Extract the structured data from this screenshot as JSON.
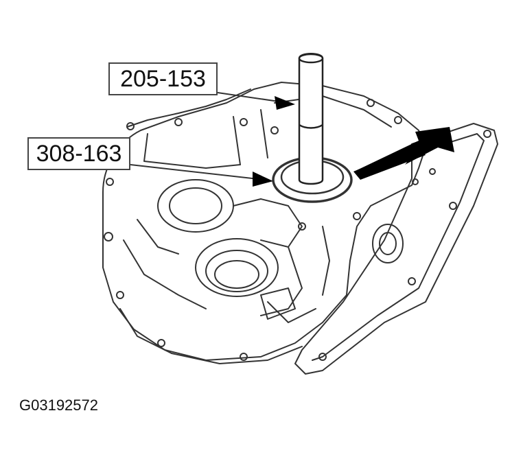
{
  "callouts": {
    "tool_top": "205-153",
    "tool_bottom": "308-163"
  },
  "figure_id": "G03192572",
  "colors": {
    "line": "#333333",
    "arrow_fill": "#000000",
    "background": "#ffffff"
  }
}
